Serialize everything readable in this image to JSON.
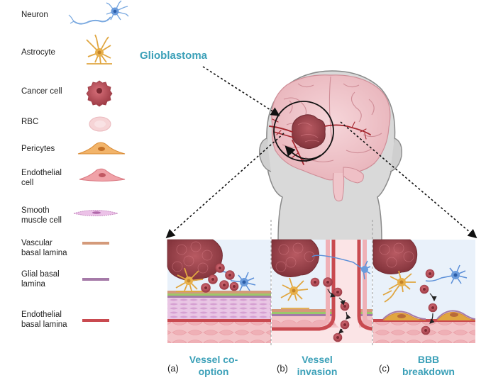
{
  "legend": [
    {
      "label": "Neuron"
    },
    {
      "label": "Astrocyte"
    },
    {
      "label": "Cancer cell"
    },
    {
      "label": "RBC"
    },
    {
      "label": "Pericytes"
    },
    {
      "label": "Endothelial\ncell"
    },
    {
      "label": "Smooth\nmuscle cell"
    },
    {
      "label": "Vascular\nbasal lamina"
    },
    {
      "label": "Glial basal\nlamina"
    },
    {
      "label": "Endothelial\nbasal lamina"
    }
  ],
  "title": "Glioblastoma",
  "panels": [
    {
      "letter": "(a)",
      "title": "Vessel co-\noption"
    },
    {
      "letter": "(b)",
      "title": "Vessel\ninvasion"
    },
    {
      "letter": "(c)",
      "title": "BBB\nbreakdown"
    }
  ],
  "colors": {
    "accent": "#3ba0b8",
    "cancer": "#b8464f",
    "tumor": "#a84a52",
    "astrocyte": "#e0a640",
    "neuron": "#5b8fd8",
    "vascular_lamina": "#d49a7a",
    "glial_lamina": "#a57aa8",
    "endothelial_lamina": "#c94a50"
  }
}
